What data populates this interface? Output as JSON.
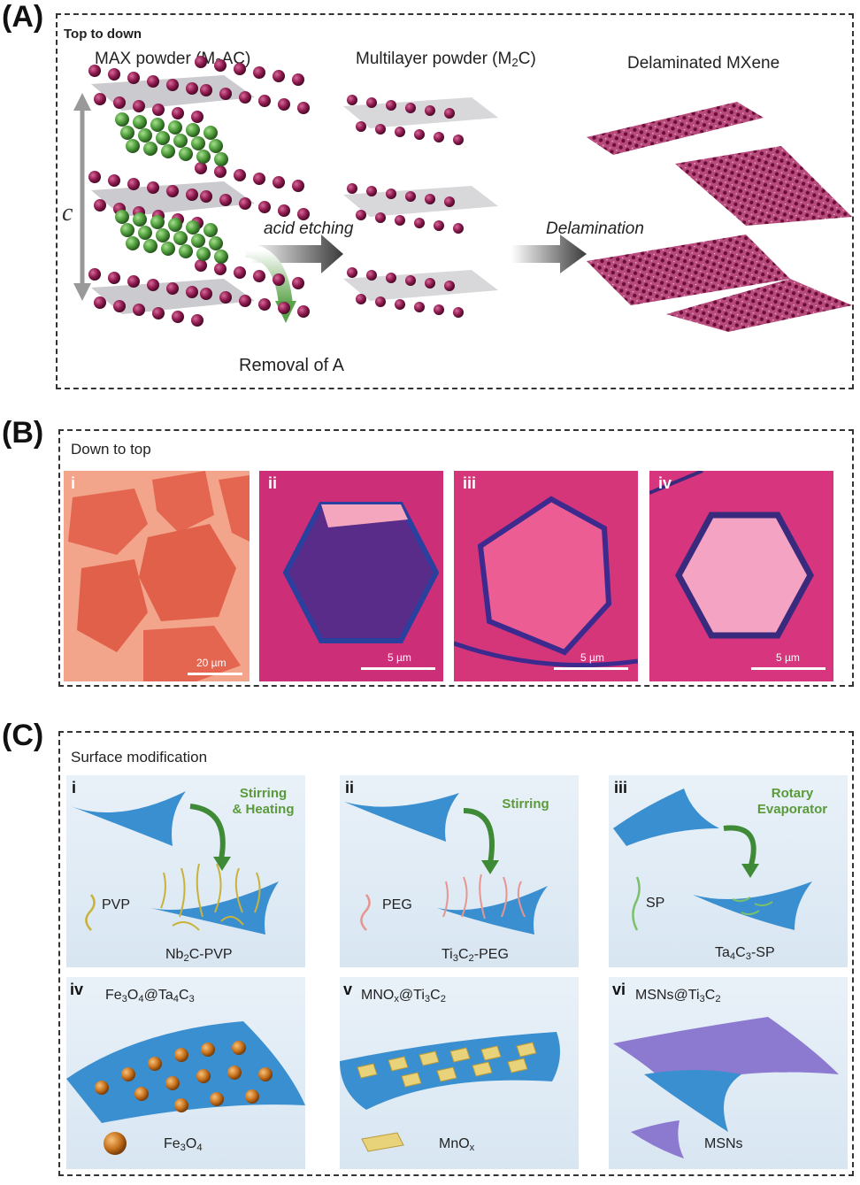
{
  "panels": {
    "a": {
      "label": "(A)",
      "subtitle": "Top to down",
      "col1_pre": "MAX powder (M",
      "col1_sub": "2",
      "col1_post": "AC)",
      "col2_pre": "Multilayer powder (M",
      "col2_sub": "2",
      "col2_post": "C)",
      "col3": "Delaminated MXene",
      "c_label": "c",
      "arrow1": "acid etching",
      "arrow2": "Delamination",
      "removal": "Removal of A"
    },
    "b": {
      "label": "(B)",
      "subtitle": "Down to top",
      "tiles": [
        {
          "numeral": "i",
          "scale": "20 µm"
        },
        {
          "numeral": "ii",
          "scale": "5 µm"
        },
        {
          "numeral": "iii",
          "scale": "5 µm"
        },
        {
          "numeral": "iv",
          "scale": "5 µm"
        }
      ]
    },
    "c": {
      "label": "(C)",
      "subtitle": "Surface modification",
      "t1": {
        "numeral": "i",
        "note1": "Stirring",
        "note2": "& Heating",
        "mol": "PVP",
        "prod_pre": "Nb",
        "prod_sub": "2",
        "prod_post": "C-PVP"
      },
      "t2": {
        "numeral": "ii",
        "note1": "Stirring",
        "mol": "PEG",
        "prod_pre": "Ti",
        "prod_sub1": "3",
        "prod_mid": "C",
        "prod_sub2": "2",
        "prod_post": "-PEG"
      },
      "t3": {
        "numeral": "iii",
        "note1": "Rotary",
        "note2": "Evaporator",
        "mol": "SP",
        "prod_pre": "Ta",
        "prod_sub1": "4",
        "prod_mid": "C",
        "prod_sub2": "3",
        "prod_post": "-SP"
      },
      "t4": {
        "numeral": "iv",
        "title_a": "Fe",
        "title_s1": "3",
        "title_b": "O",
        "title_s2": "4",
        "title_c": "@Ta",
        "title_s3": "4",
        "title_d": "C",
        "title_s4": "3",
        "leg_a": "Fe",
        "leg_s1": "3",
        "leg_b": "O",
        "leg_s2": "4"
      },
      "t5": {
        "numeral": "v",
        "title_a": "MNO",
        "title_s1": "x",
        "title_b": "@Ti",
        "title_s2": "3",
        "title_c": "C",
        "title_s3": "2",
        "leg_a": "MnO",
        "leg_s1": "x"
      },
      "t6": {
        "numeral": "vi",
        "title_a": "MSNs@Ti",
        "title_s1": "3",
        "title_b": "C",
        "title_s2": "2",
        "leg": "MSNs"
      }
    }
  },
  "colors": {
    "atom_m": "#8e1a4f",
    "atom_a": "#4c9a3a",
    "sheet_blue": "#3a8fd0",
    "arrow_gray": "#4a4a4a",
    "arrow_green": "#5aa24a",
    "micro_orange": "#e8705a",
    "micro_magenta": "#d0337a"
  }
}
